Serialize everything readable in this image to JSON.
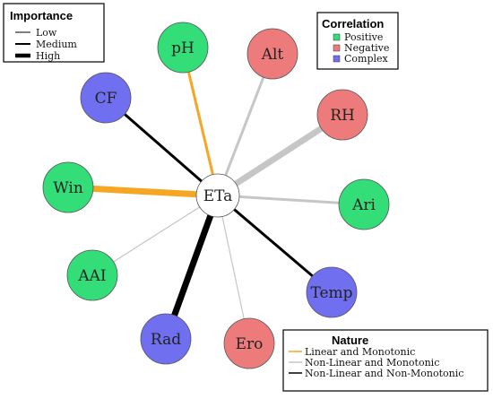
{
  "diagram": {
    "center": {
      "label": "ETa",
      "color": "#ffffff"
    },
    "nodes": [
      {
        "id": "ph",
        "label": "pH",
        "correlation": "positive",
        "importance": "medium",
        "nature": "linear_monotonic"
      },
      {
        "id": "alt",
        "label": "Alt",
        "correlation": "negative",
        "importance": "medium",
        "nature": "nonlinear_monotonic"
      },
      {
        "id": "cf",
        "label": "CF",
        "correlation": "complex",
        "importance": "medium",
        "nature": "nonlinear_nonmonotonic"
      },
      {
        "id": "rh",
        "label": "RH",
        "correlation": "negative",
        "importance": "high",
        "nature": "nonlinear_monotonic"
      },
      {
        "id": "win",
        "label": "Win",
        "correlation": "positive",
        "importance": "high",
        "nature": "linear_monotonic"
      },
      {
        "id": "ari",
        "label": "Ari",
        "correlation": "positive",
        "importance": "medium",
        "nature": "nonlinear_monotonic"
      },
      {
        "id": "aai",
        "label": "AAI",
        "correlation": "positive",
        "importance": "low",
        "nature": "nonlinear_monotonic"
      },
      {
        "id": "temp",
        "label": "Temp",
        "correlation": "complex",
        "importance": "medium",
        "nature": "nonlinear_nonmonotonic"
      },
      {
        "id": "rad",
        "label": "Rad",
        "correlation": "complex",
        "importance": "high",
        "nature": "nonlinear_nonmonotonic"
      },
      {
        "id": "ero",
        "label": "Ero",
        "correlation": "negative",
        "importance": "low",
        "nature": "nonlinear_monotonic"
      }
    ]
  },
  "colors": {
    "positive": "#33dd77",
    "negative": "#ee7b7b",
    "complex": "#6f6ff0",
    "linear_monotonic": "#f5a623",
    "nonlinear_monotonic": "#c6c6c6",
    "nonlinear_nonmonotonic": "#000000"
  },
  "legends": {
    "importance": {
      "title": "Importance",
      "items": [
        {
          "label": "Low",
          "level": "low"
        },
        {
          "label": "Medium",
          "level": "medium"
        },
        {
          "label": "High",
          "level": "high"
        }
      ]
    },
    "correlation": {
      "title": "Correlation",
      "items": [
        {
          "label": "Positive",
          "key": "positive"
        },
        {
          "label": "Negative",
          "key": "negative"
        },
        {
          "label": "Complex",
          "key": "complex"
        }
      ]
    },
    "nature": {
      "title": "Nature",
      "items": [
        {
          "label": "Linear and Monotonic",
          "key": "linear_monotonic"
        },
        {
          "label": "Non-Linear and Monotonic",
          "key": "nonlinear_monotonic"
        },
        {
          "label": "Non-Linear and Non-Monotonic",
          "key": "nonlinear_nonmonotonic"
        }
      ]
    }
  }
}
